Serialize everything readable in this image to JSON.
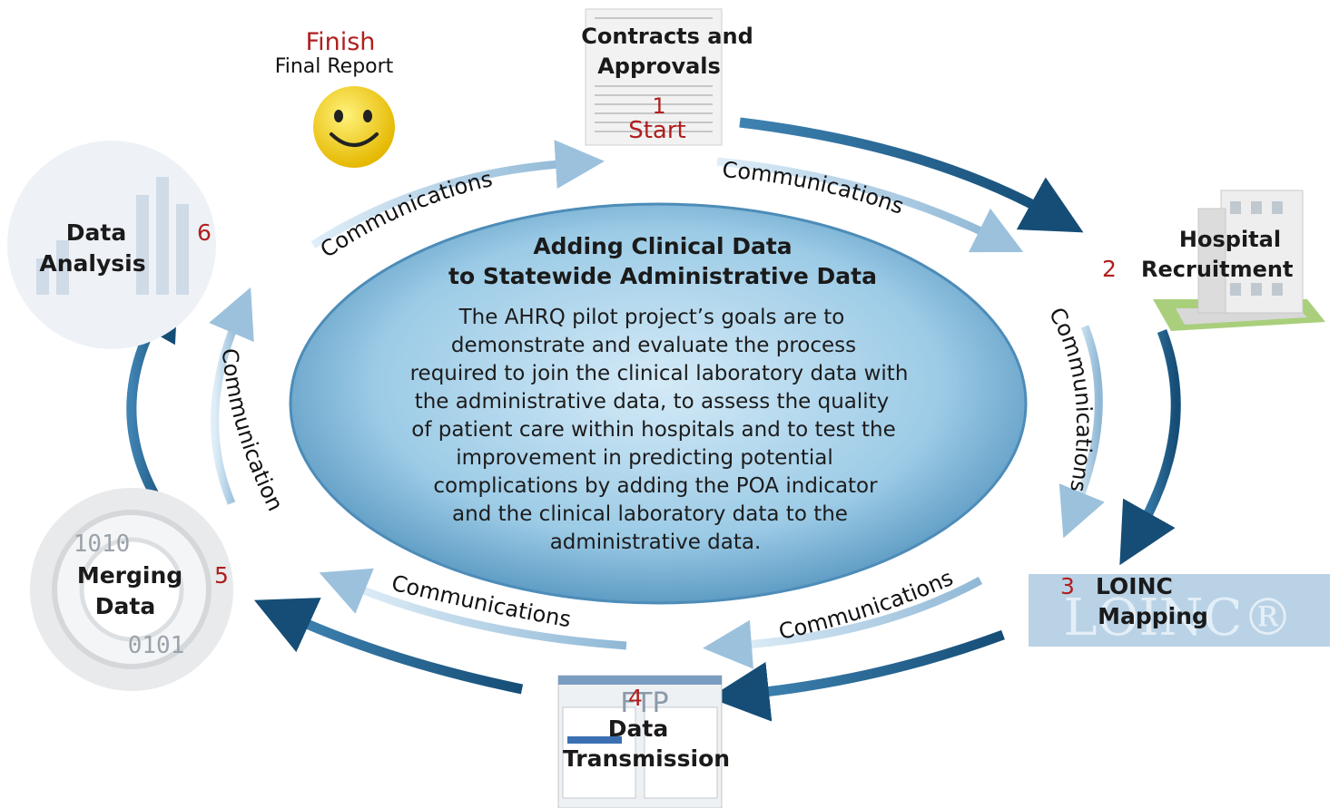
{
  "center": {
    "title_line1": "Adding Clinical Data",
    "title_line2": "to Statewide Administrative Data",
    "body_lines": [
      "The AHRQ pilot project’s goals are to",
      "demonstrate and evaluate the process",
      "required to join the clinical laboratory data with",
      "the administrative data, to assess the quality",
      "of patient care within hospitals and to test the",
      "improvement in predicting potential",
      "complications by adding the POA indicator",
      "and the clinical laboratory data to the",
      "administrative data."
    ]
  },
  "steps": {
    "finish": {
      "word": "Finish",
      "label": "Final Report"
    },
    "contracts": {
      "label_line1": "Contracts and",
      "label_line2": "Approvals",
      "number": "1",
      "start": "Start"
    },
    "hospital": {
      "number": "2",
      "label_line1": "Hospital",
      "label_line2": "Recruitment"
    },
    "loinc": {
      "number": "3",
      "label_line1": "LOINC",
      "label_line2": "Mapping",
      "logo_text": "LOINC®"
    },
    "transmission": {
      "number": "4",
      "label_line1": "Data",
      "label_line2": "Transmission",
      "logo_text": "FTP"
    },
    "merging": {
      "number": "5",
      "label_line1": "Merging",
      "label_line2": "Data",
      "bits_top": "1010",
      "bits_bottom": "0101"
    },
    "analysis": {
      "number": "6",
      "label_line1": "Data",
      "label_line2": "Analysis"
    }
  },
  "communications_label": "Communications",
  "colors": {
    "outer_arrow": "#1d5a85",
    "inner_arrow": "#a9c8df",
    "ellipse_fill": "#8ec2e0",
    "step_number": "#b01e1e"
  }
}
